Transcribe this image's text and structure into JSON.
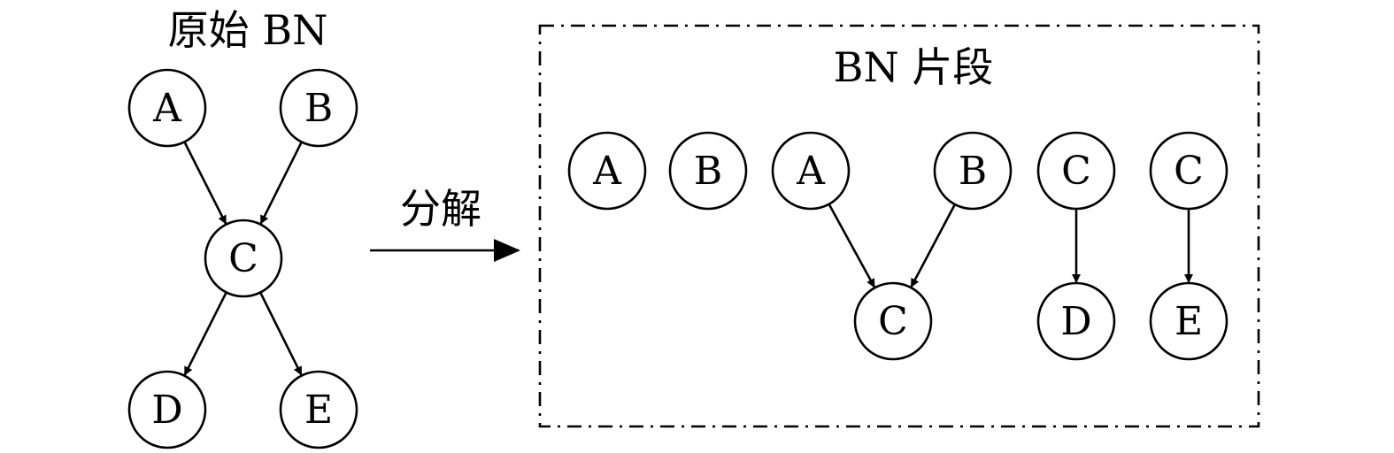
{
  "original": {
    "title": "原始 BN",
    "nodes": [
      {
        "id": "oA",
        "label": "A"
      },
      {
        "id": "oB",
        "label": "B"
      },
      {
        "id": "oC",
        "label": "C"
      },
      {
        "id": "oD",
        "label": "D"
      },
      {
        "id": "oE",
        "label": "E"
      }
    ],
    "edges": [
      {
        "from": "oA",
        "to": "oC"
      },
      {
        "from": "oB",
        "to": "oC"
      },
      {
        "from": "oC",
        "to": "oD"
      },
      {
        "from": "oC",
        "to": "oE"
      }
    ]
  },
  "transform": {
    "label": "分解"
  },
  "fragments": {
    "title": "BN 片段",
    "nodes": [
      {
        "id": "f1A",
        "label": "A"
      },
      {
        "id": "f2B",
        "label": "B"
      },
      {
        "id": "f3A",
        "label": "A"
      },
      {
        "id": "f3B",
        "label": "B"
      },
      {
        "id": "f3C",
        "label": "C"
      },
      {
        "id": "f4C",
        "label": "C"
      },
      {
        "id": "f4D",
        "label": "D"
      },
      {
        "id": "f5C",
        "label": "C"
      },
      {
        "id": "f5E",
        "label": "E"
      }
    ],
    "edges": [
      {
        "from": "f3A",
        "to": "f3C"
      },
      {
        "from": "f3B",
        "to": "f3C"
      },
      {
        "from": "f4C",
        "to": "f4D"
      },
      {
        "from": "f5C",
        "to": "f5E"
      }
    ]
  },
  "colors": {
    "stroke": "#000000",
    "fill": "#ffffff"
  }
}
